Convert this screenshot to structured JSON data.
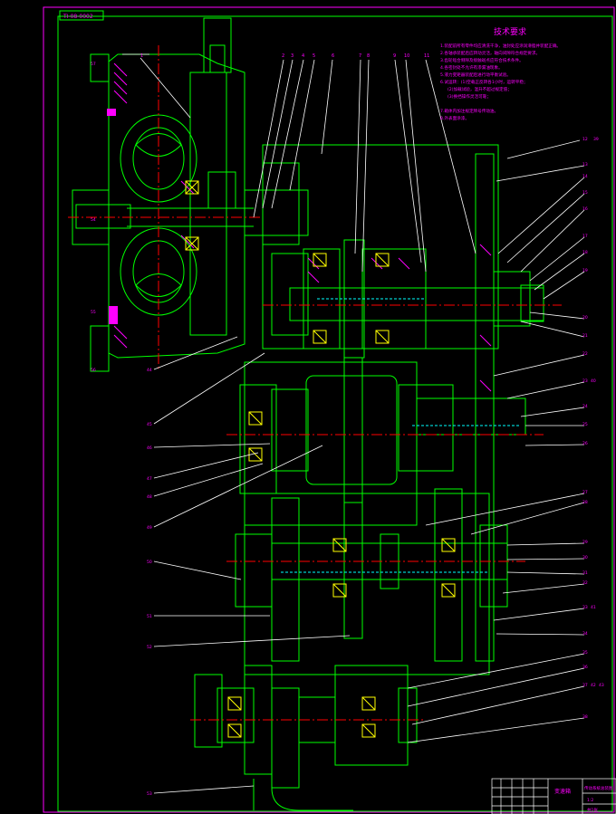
{
  "drawing": {
    "title_tab": "TI-08-0002",
    "tech_title": "技术要求",
    "tech_notes": [
      "1.装配前所有零件均应清洗干净，油封处应涂润滑脂并装配正确。",
      "2.各轴承装配后应转动灵活，轴向间隙符合规定要求。",
      "3.齿轮啮合侧隙及接触斑点应符合技术条件。",
      "4.各密封处不允许有渗漏油现象。",
      "5.液力变矩器装配后进行动平衡试验。",
      "6.试运转：(1)空载正反转各1小时，运转平稳；",
      "(2)加载试验，温升不超过规定值；",
      "(3)换挡操作灵活可靠；",
      "7.箱体内加注规定牌号传动油。",
      "8.外表面涂漆。"
    ],
    "top_callouts": [
      "1",
      "2",
      "3",
      "4",
      "5",
      "6",
      "7",
      "8",
      "9",
      "10",
      "11"
    ],
    "right_callouts": [
      "12",
      "13",
      "14",
      "15",
      "16",
      "17",
      "18",
      "19",
      "20",
      "21",
      "22",
      "23",
      "24",
      "25",
      "26",
      "27",
      "28",
      "29",
      "30",
      "31",
      "32",
      "33",
      "34",
      "35",
      "36",
      "37",
      "38",
      "39",
      "40",
      "41",
      "42",
      "43"
    ],
    "left_callouts": [
      "44",
      "45",
      "46",
      "47",
      "48",
      "49",
      "50",
      "51",
      "52",
      "53",
      "54",
      "55",
      "56",
      "57"
    ],
    "title_block": {
      "part_name": "变速箱",
      "drawing_name": "传动系统总装图",
      "scale": "1:2",
      "sheet": "共1张"
    }
  },
  "colors": {
    "outline": "#00ff00",
    "text": "#ff00ff",
    "leader": "#ffffff",
    "centerline": "#ff0000",
    "hidden": "#00ffff",
    "highlight": "#ffff00"
  }
}
